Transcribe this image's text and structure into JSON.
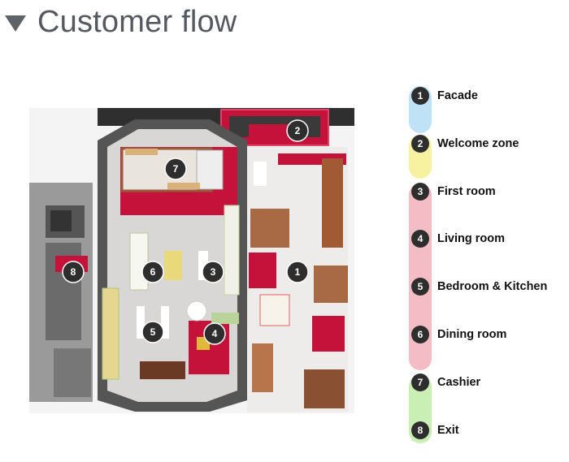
{
  "header": {
    "title": "Customer flow"
  },
  "floorplan": {
    "markers": [
      "1",
      "2",
      "3",
      "4",
      "5",
      "6",
      "7",
      "8"
    ]
  },
  "legend": {
    "steps": [
      {
        "num": "1",
        "label": "Facade"
      },
      {
        "num": "2",
        "label": "Welcome zone"
      },
      {
        "num": "3",
        "label": "First room"
      },
      {
        "num": "4",
        "label": "Living room"
      },
      {
        "num": "5",
        "label": "Bedroom & Kitchen"
      },
      {
        "num": "6",
        "label": "Dining room"
      },
      {
        "num": "7",
        "label": "Cashier"
      },
      {
        "num": "8",
        "label": "Exit"
      }
    ],
    "band_colors": {
      "facade": "#bfe2f6",
      "welcome": "#f7f2a0",
      "rooms": "#f4bcc5",
      "exit": "#c9efb5"
    }
  },
  "colors": {
    "accent_red": "#c4123a",
    "wall_dark": "#4a4a4a",
    "floor_grey": "#d8d6d4",
    "marker": "#2e2e2e"
  }
}
